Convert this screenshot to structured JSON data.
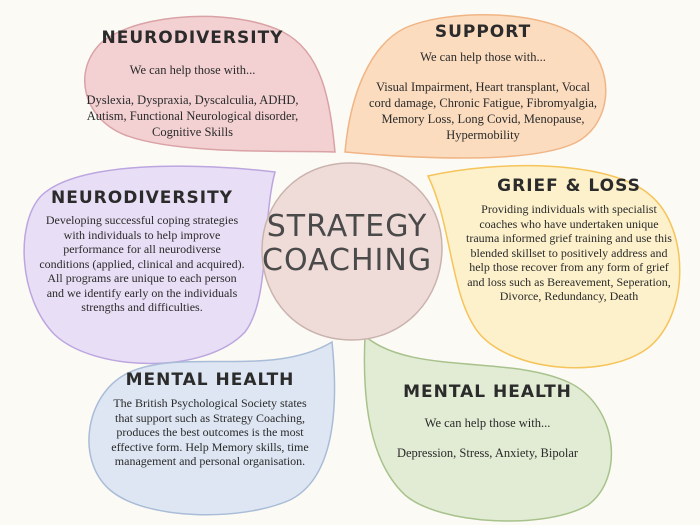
{
  "colors": {
    "pink_fill": "#f3d1d3",
    "pink_stroke": "#d9a2a6",
    "peach_fill": "#fbdcbf",
    "peach_stroke": "#f1b585",
    "purple_fill": "#e8def5",
    "purple_stroke": "#bca6e0",
    "yellow_fill": "#fdf1cc",
    "yellow_stroke": "#f5c45a",
    "blue_fill": "#dde6f2",
    "blue_stroke": "#a9bcd8",
    "green_fill": "#e2ecd4",
    "green_stroke": "#a8c28c",
    "center_fill": "#efdcd8",
    "center_stroke": "#cab3ae"
  },
  "center": {
    "line1": "STRATEGY",
    "line2": "COACHING"
  },
  "petals": {
    "neurodiversity_top": {
      "title": "NEURODIVERSITY",
      "intro": "We can help those with...",
      "body": "Dyslexia, Dyspraxia, Dyscalculia, ADHD, Autism, Functional Neurological disorder, Cognitive Skills"
    },
    "support": {
      "title": "SUPPORT",
      "intro": "We can help those with...",
      "body": "Visual Impairment, Heart transplant, Vocal cord damage, Chronic Fatigue, Fibromyalgia, Memory Loss, Long Covid, Menopause, Hypermobility"
    },
    "neurodiversity_left": {
      "title": "NEURODIVERSITY",
      "body": "Developing successful coping strategies with individuals to help improve performance for all neurodiverse conditions (applied, clinical and acquired). All programs are unique to each person and we identify early on the individuals strengths and difficulties."
    },
    "grief_loss": {
      "title": "GRIEF & LOSS",
      "body": "Providing individuals with specialist coaches who have undertaken unique trauma informed grief training and use this blended skillset to positively address and help those recover from any form of grief and loss such as Bereavement, Seperation, Divorce, Redundancy, Death"
    },
    "mental_health_left": {
      "title": "MENTAL HEALTH",
      "body": "The British Psychological Society states that support such as Strategy Coaching, produces the best outcomes is the most effective form. Help Memory skills, time management and personal organisation."
    },
    "mental_health_right": {
      "title": "MENTAL HEALTH",
      "intro": "We can help those with...",
      "body": "Depression, Stress, Anxiety, Bipolar"
    }
  }
}
